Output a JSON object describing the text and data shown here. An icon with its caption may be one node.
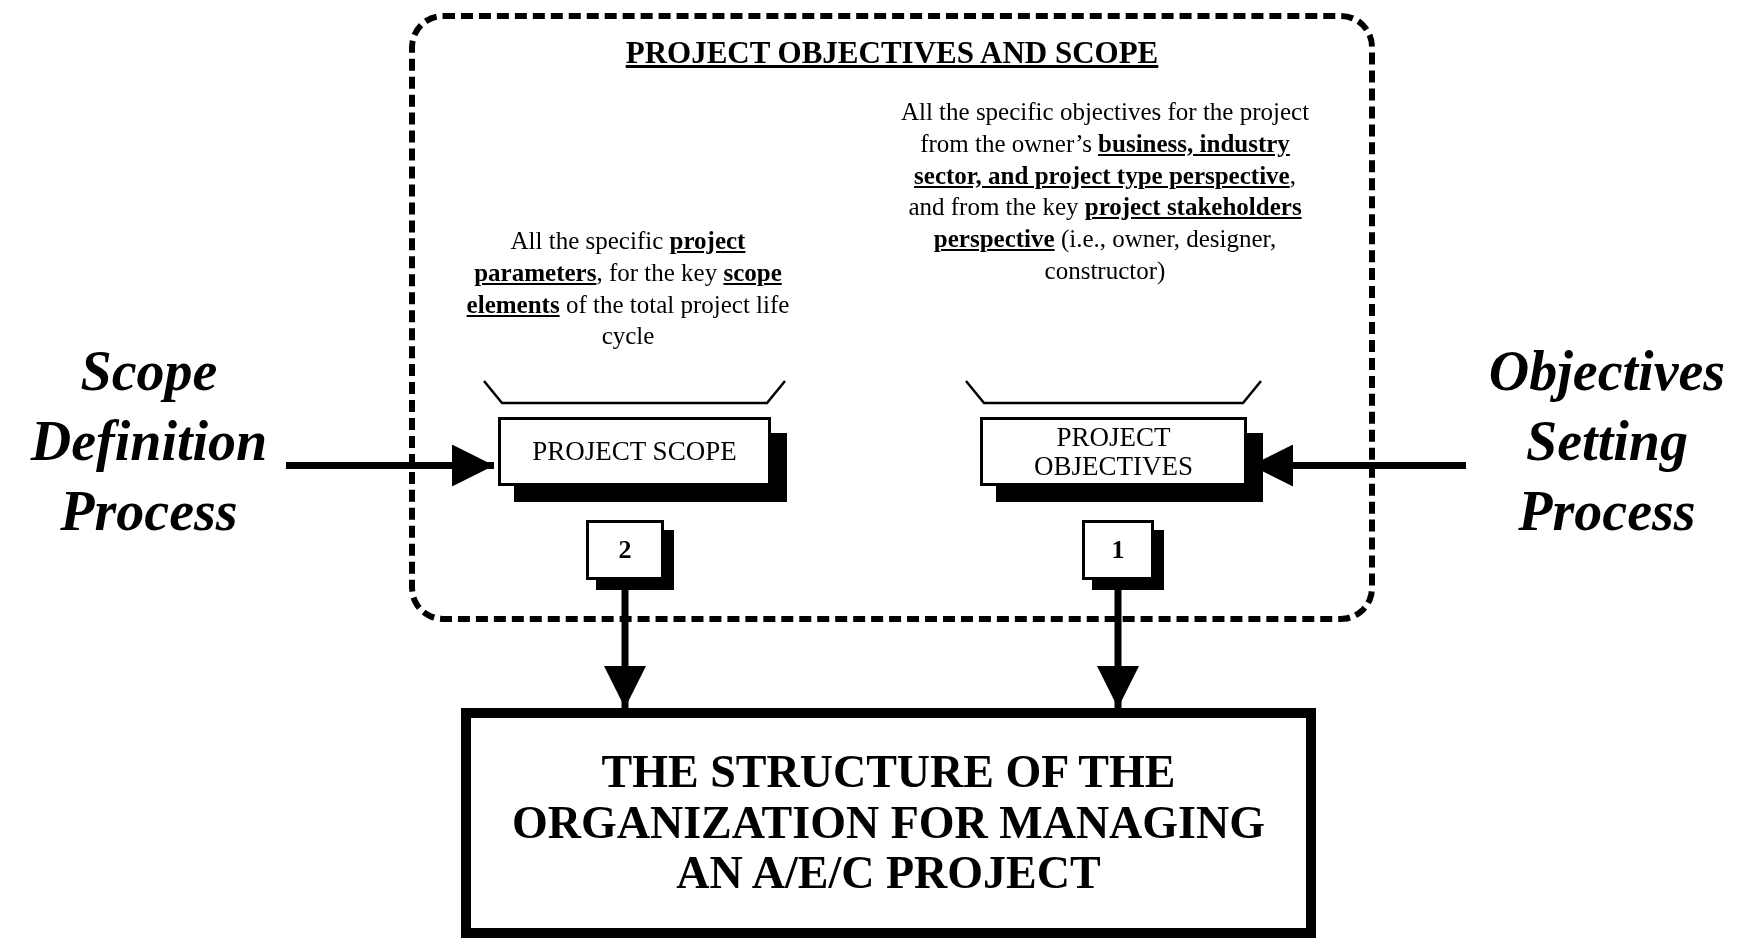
{
  "diagram": {
    "nodes": [
      {
        "text": [
          "PROJECT OBJECTIVES AND SCOPE"
        ]
      },
      {
        "text": [
          "PROJECT SCOPE"
        ],
        "in": 0
      },
      {
        "text": [
          "2"
        ],
        "in": 0
      },
      {
        "text": [
          "PROJECT OBJECTIVES"
        ],
        "in": 0
      },
      {
        "text": [
          "1"
        ],
        "in": 0
      },
      {
        "text": [
          "THE STRUCTURE OF THE ORGANIZATION FOR MANAGING AN A/E/C PROJECT"
        ]
      },
      {
        "text": [
          "Scope Definition Process"
        ]
      },
      {
        "text": [
          "Objectives Setting Process"
        ]
      }
    ],
    "edges": [
      {
        "from": 6,
        "to": 1,
        "arrow": "to"
      },
      {
        "from": 7,
        "to": 3,
        "arrow": "to"
      },
      {
        "from": 2,
        "to": 5,
        "arrow": "to"
      },
      {
        "from": 4,
        "to": 5,
        "arrow": "to"
      }
    ],
    "labels": [
      "All the specific objectives for the project from the owner’s **business, industry sector, and project type perspective**, and from the key **project stakeholders perspective** (i.e., owner, designer, constructor)",
      "All the specific **project parameters**, for the key **scope elements** of the total project life cycle"
    ]
  }
}
